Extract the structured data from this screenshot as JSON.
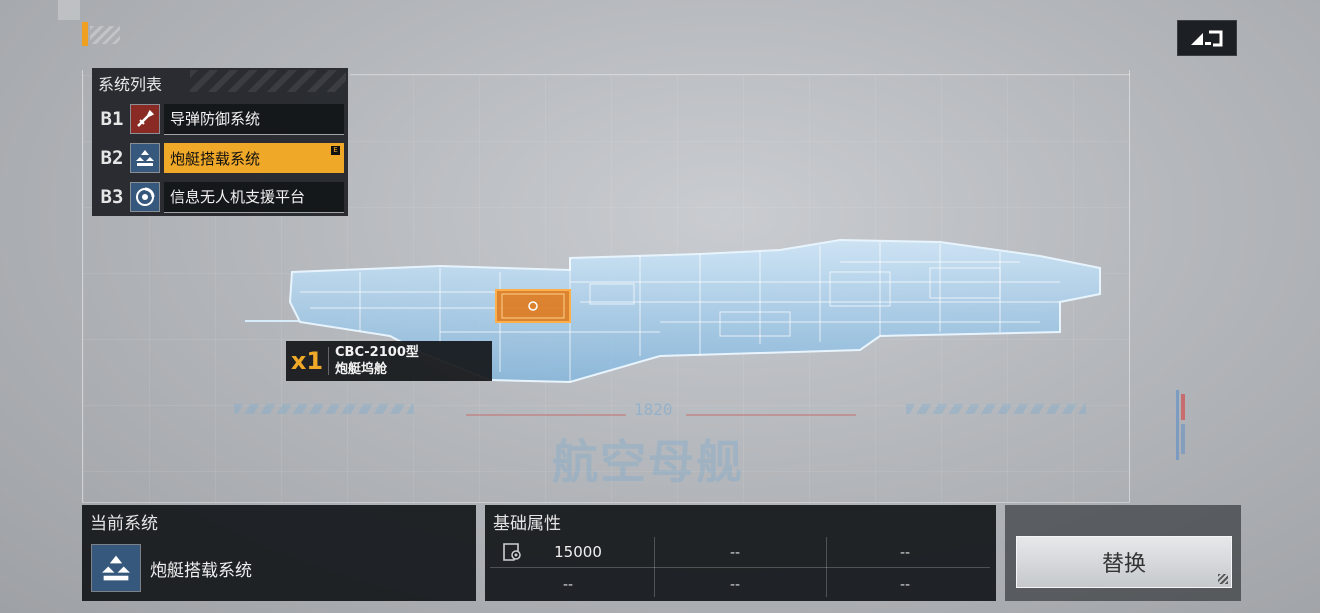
{
  "back_button": {
    "icon": "back-arrow-icon"
  },
  "system_list": {
    "title": "系统列表",
    "items": [
      {
        "code": "B1",
        "name": "导弹防御系统",
        "icon": "missile-icon",
        "icon_bg": "#8a2a24",
        "active": false
      },
      {
        "code": "B2",
        "name": "炮艇搭载系统",
        "icon": "gunboat-icon",
        "icon_bg": "#35587c",
        "active": true,
        "badge": "E"
      },
      {
        "code": "B3",
        "name": "信息无人机支援平台",
        "icon": "drone-icon",
        "icon_bg": "#35587c",
        "active": false
      }
    ]
  },
  "ship": {
    "module_qty": "x1",
    "module_model": "CBC-2100型",
    "module_name": "炮艇坞舱"
  },
  "watermark": {
    "number": "1820",
    "title": "航空母舰"
  },
  "current_system": {
    "title": "当前系统",
    "icon": "gunboat-icon",
    "name": "炮艇搭载系统"
  },
  "base_attributes": {
    "title": "基础属性",
    "rows": [
      {
        "icon": "gunboat-count-icon",
        "cells": [
          "15000",
          "--",
          "--"
        ]
      },
      {
        "icon": "",
        "cells": [
          "--",
          "--",
          "--"
        ]
      }
    ]
  },
  "swap_button": {
    "label": "替换"
  },
  "colors": {
    "accent": "#f0a828",
    "blueprint": "#9fd0f5",
    "panel": "#16191d"
  }
}
